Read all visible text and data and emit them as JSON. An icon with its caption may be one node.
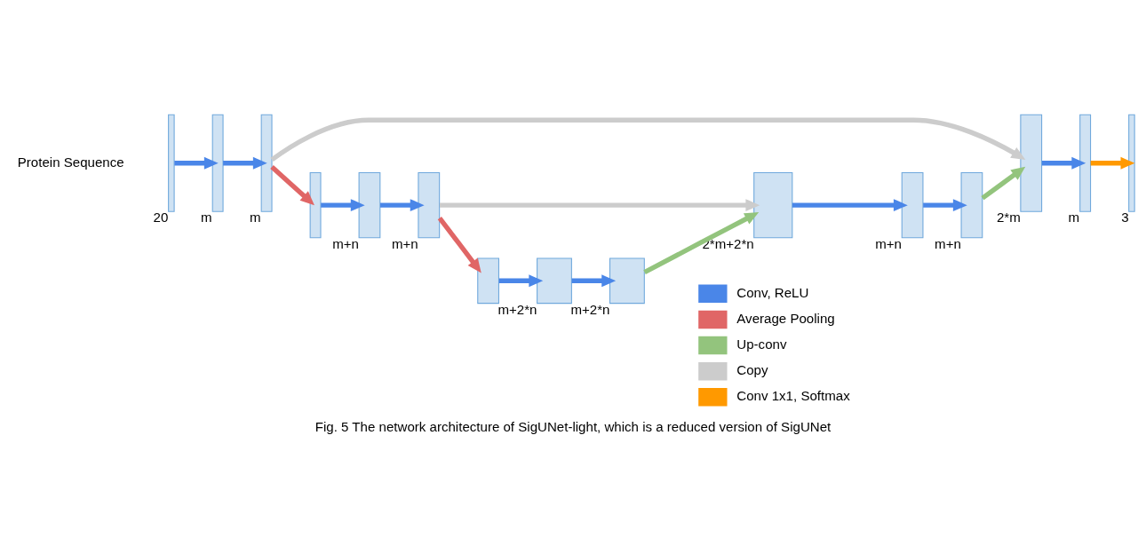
{
  "diagram": {
    "caption": "Fig. 5 The network architecture of SigUNet-light, which is a reduced version of SigUNet",
    "nodes": [
      {
        "text": [],
        "shape": "bar",
        "beside": [
          "20"
        ]
      },
      {
        "text": [],
        "shape": "bar",
        "beside": [
          "m"
        ]
      },
      {
        "text": [],
        "shape": "bar",
        "beside": [
          "m"
        ]
      },
      {
        "text": [],
        "shape": "bar",
        "beside": [
          "2*m"
        ]
      },
      {
        "text": [],
        "shape": "bar",
        "beside": [
          "m"
        ]
      },
      {
        "text": [],
        "shape": "bar",
        "beside": [
          "3"
        ]
      },
      {
        "text": [],
        "shape": "bar"
      },
      {
        "text": [],
        "shape": "bar",
        "beside": [
          "m+n"
        ]
      },
      {
        "text": [],
        "shape": "bar",
        "beside": [
          "m+n"
        ]
      },
      {
        "text": [],
        "shape": "bar",
        "beside": [
          "2*m+2*n"
        ]
      },
      {
        "text": [],
        "shape": "bar",
        "beside": [
          "m+n"
        ]
      },
      {
        "text": [],
        "shape": "bar",
        "beside": [
          "m+n"
        ]
      },
      {
        "text": [],
        "shape": "bar"
      },
      {
        "text": [],
        "shape": "bar",
        "beside": [
          "m+2*n"
        ]
      },
      {
        "text": [],
        "shape": "bar",
        "beside": [
          "m+2*n"
        ]
      }
    ],
    "edges": [
      {
        "from": 0,
        "to": 1,
        "arrow": "to"
      },
      {
        "from": 1,
        "to": 2,
        "arrow": "to"
      },
      {
        "from": 2,
        "to": 3,
        "arrow": "to",
        "color": "#cccccc"
      },
      {
        "from": 3,
        "to": 4,
        "arrow": "to"
      },
      {
        "from": 4,
        "to": 5,
        "arrow": "to",
        "color": "#ff9900"
      },
      {
        "from": 2,
        "to": 6,
        "arrow": "to",
        "color": "#e06666"
      },
      {
        "from": 6,
        "to": 7,
        "arrow": "to"
      },
      {
        "from": 7,
        "to": 8,
        "arrow": "to"
      },
      {
        "from": 8,
        "to": 9,
        "arrow": "to",
        "color": "#cccccc"
      },
      {
        "from": 9,
        "to": 10,
        "arrow": "to"
      },
      {
        "from": 10,
        "to": 11,
        "arrow": "to"
      },
      {
        "from": 11,
        "to": 3,
        "arrow": "to",
        "color": "#93c47d"
      },
      {
        "from": 8,
        "to": 12,
        "arrow": "to",
        "color": "#e06666"
      },
      {
        "from": 12,
        "to": 13,
        "arrow": "to"
      },
      {
        "from": 13,
        "to": 14,
        "arrow": "to"
      },
      {
        "from": 14,
        "to": 9,
        "arrow": "to",
        "color": "#93c47d"
      }
    ],
    "labels": [
      "Protein Sequence"
    ],
    "legend": [
      {
        "text": "Conv, ReLU",
        "color": "#4a86e8"
      },
      {
        "text": "Average Pooling",
        "color": "#e06666"
      },
      {
        "text": "Up-conv",
        "color": "#93c47d"
      },
      {
        "text": "Copy",
        "color": "#cccccc"
      },
      {
        "text": "Conv 1x1, Softmax",
        "color": "#ff9900"
      }
    ]
  }
}
